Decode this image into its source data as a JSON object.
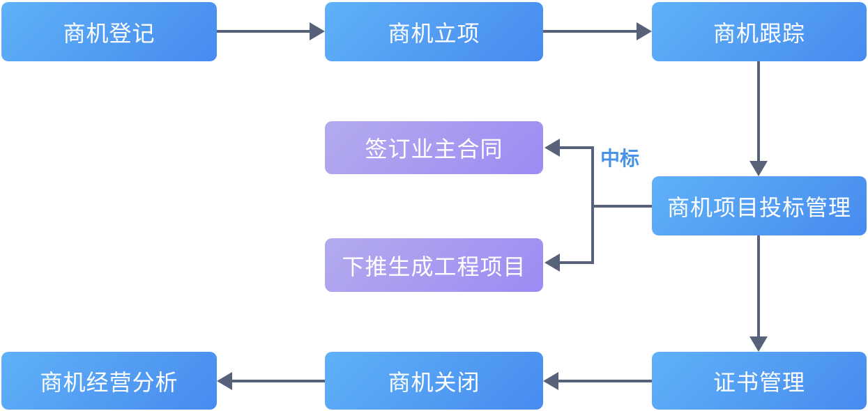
{
  "diagram": {
    "type": "flowchart",
    "nodes": [
      {
        "id": "register",
        "label": "商机登记",
        "color": "blue"
      },
      {
        "id": "initiate",
        "label": "商机立项",
        "color": "blue"
      },
      {
        "id": "track",
        "label": "商机跟踪",
        "color": "blue"
      },
      {
        "id": "sign",
        "label": "签订业主合同",
        "color": "purple"
      },
      {
        "id": "bid",
        "label": "商机项目投标管理",
        "color": "blue"
      },
      {
        "id": "generate",
        "label": "下推生成工程项目",
        "color": "purple"
      },
      {
        "id": "analysis",
        "label": "商机经营分析",
        "color": "blue"
      },
      {
        "id": "close",
        "label": "商机关闭",
        "color": "blue"
      },
      {
        "id": "cert",
        "label": "证书管理",
        "color": "blue"
      }
    ],
    "edges": [
      {
        "from": "商机登记",
        "to": "商机立项"
      },
      {
        "from": "商机立项",
        "to": "商机跟踪"
      },
      {
        "from": "商机跟踪",
        "to": "商机项目投标管理"
      },
      {
        "from": "商机项目投标管理",
        "to": "签订业主合同",
        "label": "中标"
      },
      {
        "from": "商机项目投标管理",
        "to": "下推生成工程项目",
        "label": "中标"
      },
      {
        "from": "商机项目投标管理",
        "to": "证书管理"
      },
      {
        "from": "证书管理",
        "to": "商机关闭"
      },
      {
        "from": "商机关闭",
        "to": "商机经营分析"
      }
    ],
    "edge_label": "中标",
    "colors": {
      "node_blue_start": "#5fb1f8",
      "node_blue_end": "#478bef",
      "node_purple_start": "#b3abee",
      "node_purple_end": "#9c8bf3",
      "connector": "#576179",
      "edge_label_text": "#4793ea",
      "node_text": "#ffffff",
      "background": "#ffffff"
    }
  }
}
